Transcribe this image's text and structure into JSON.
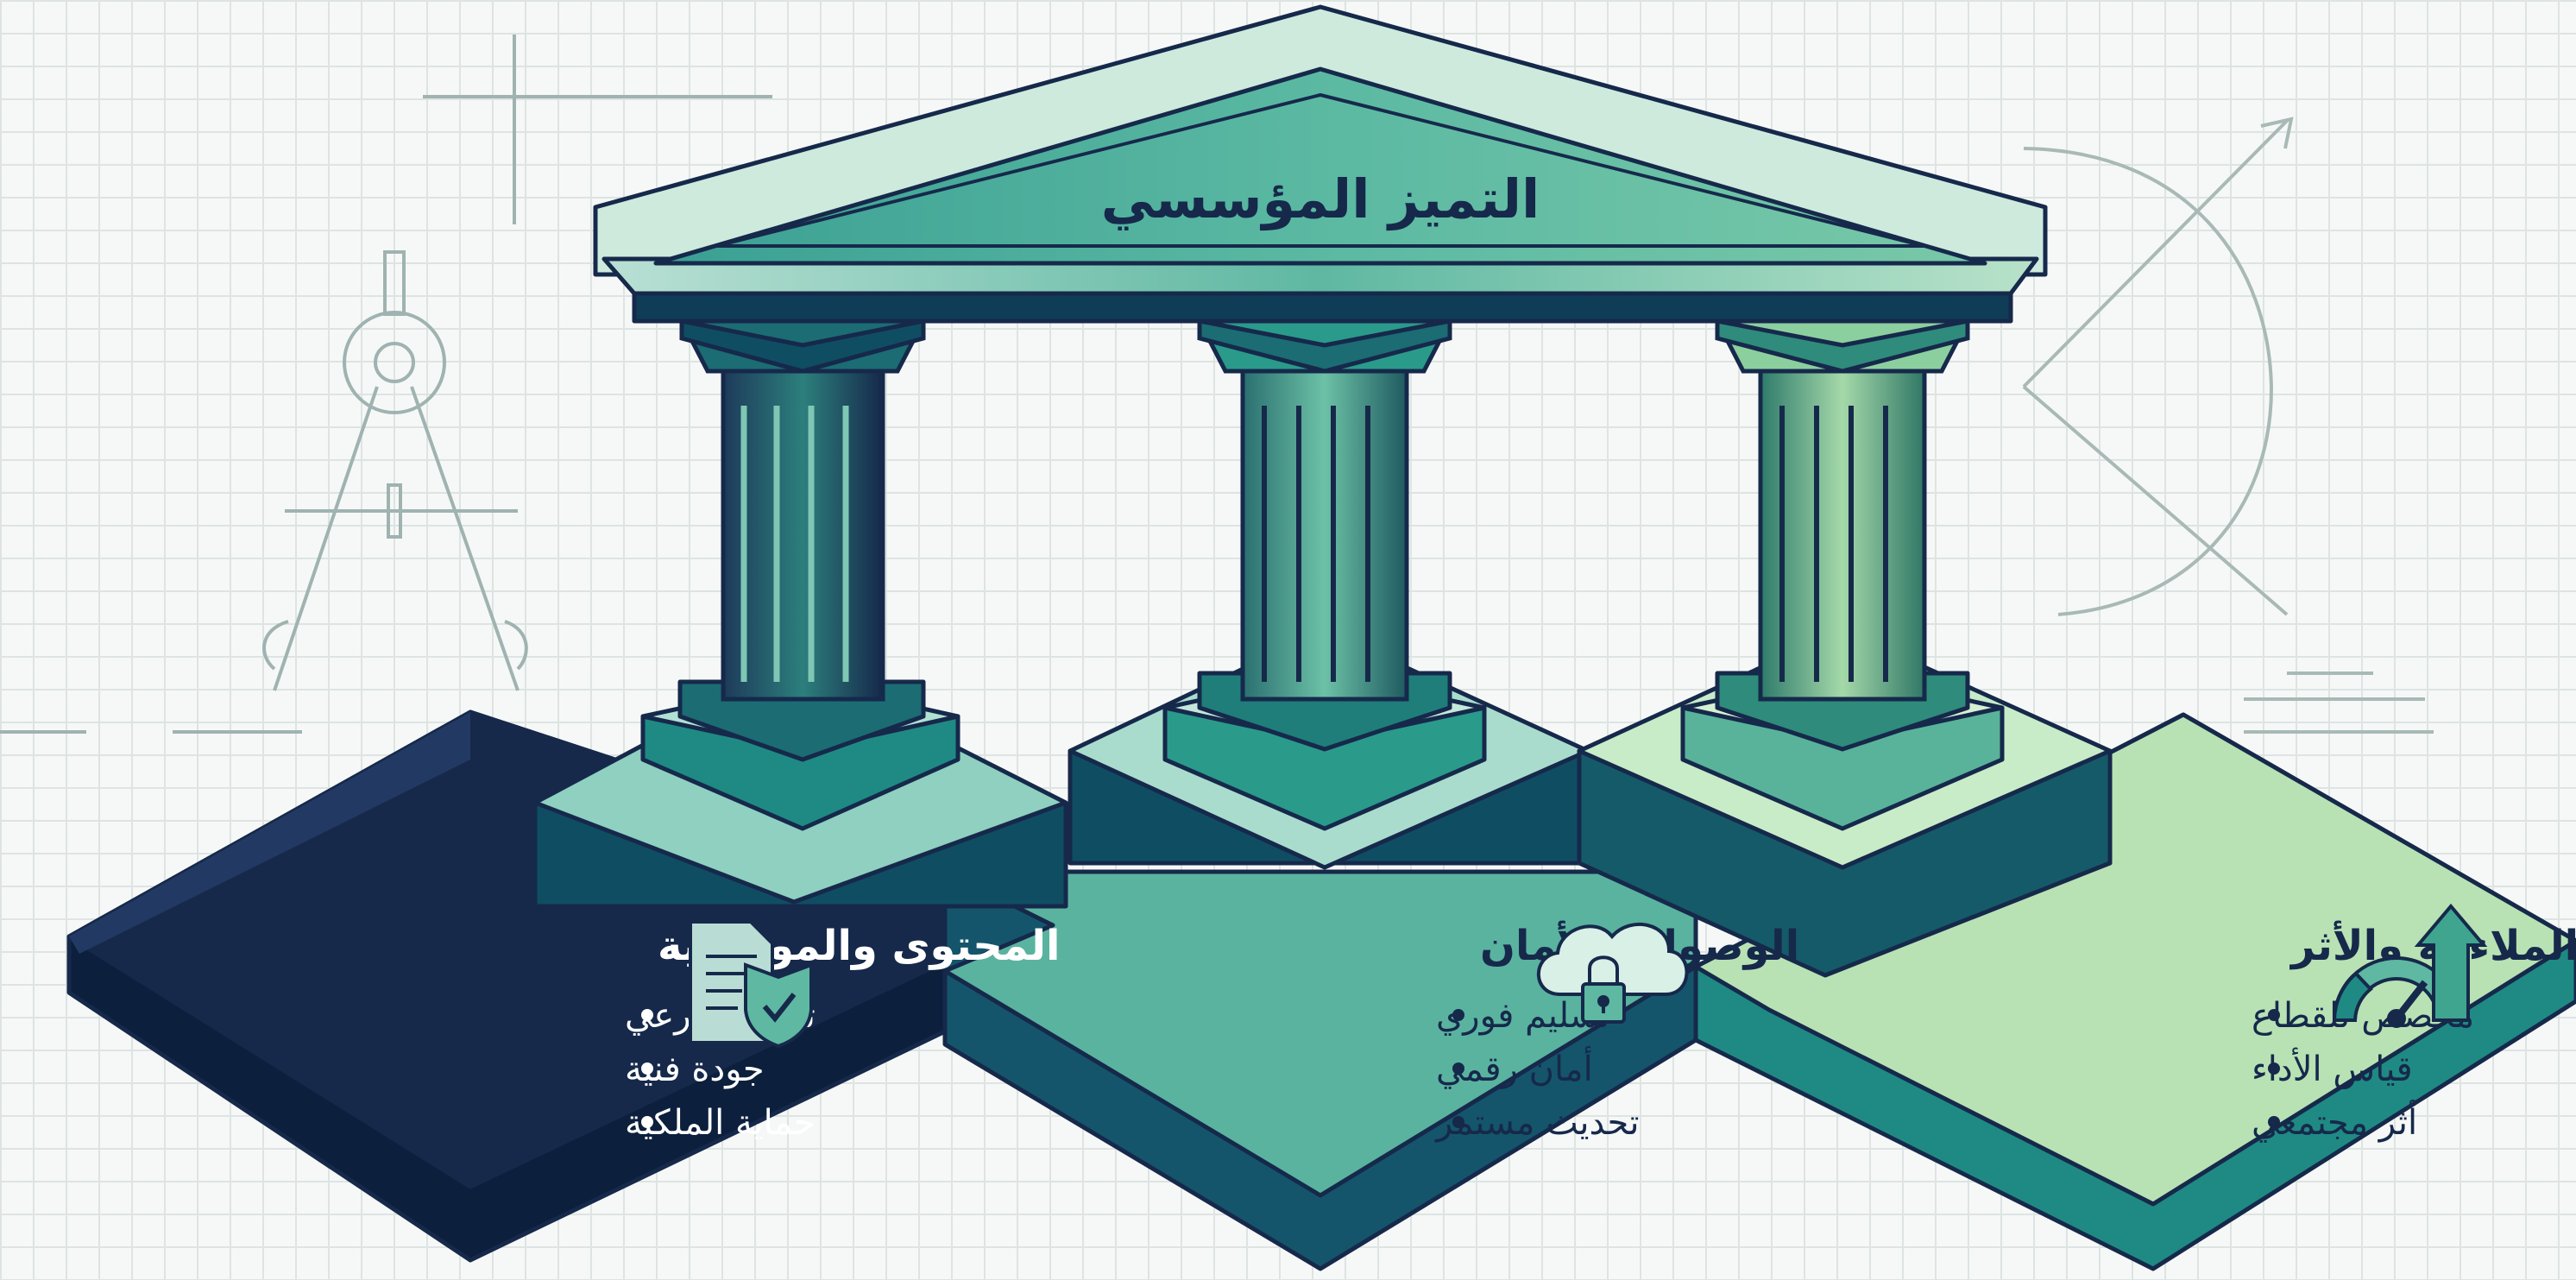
{
  "title": "التميز المؤسسي",
  "pillars": [
    {
      "heading": "المحتوى والموثوقية",
      "icon": "document-shield-icon",
      "items": [
        "توافق شرعي",
        "جودة فنية",
        "حماية الملكية"
      ]
    },
    {
      "heading": "الوصول والأمان",
      "icon": "cloud-lock-icon",
      "items": [
        "تسليم فوري",
        "أمان رقمي",
        "تحديث مستمر"
      ]
    },
    {
      "heading": "الملاءمة والأثر",
      "icon": "gauge-arrow-icon",
      "items": [
        "مخصص للقطاع",
        "قياس الأداء",
        "أثر مجتمعي"
      ]
    }
  ],
  "colors": {
    "navy": "#16294b",
    "teal": "#1f8a83",
    "mint": "#5db79c",
    "light_green": "#b8e2b4",
    "outline": "#16294b"
  }
}
